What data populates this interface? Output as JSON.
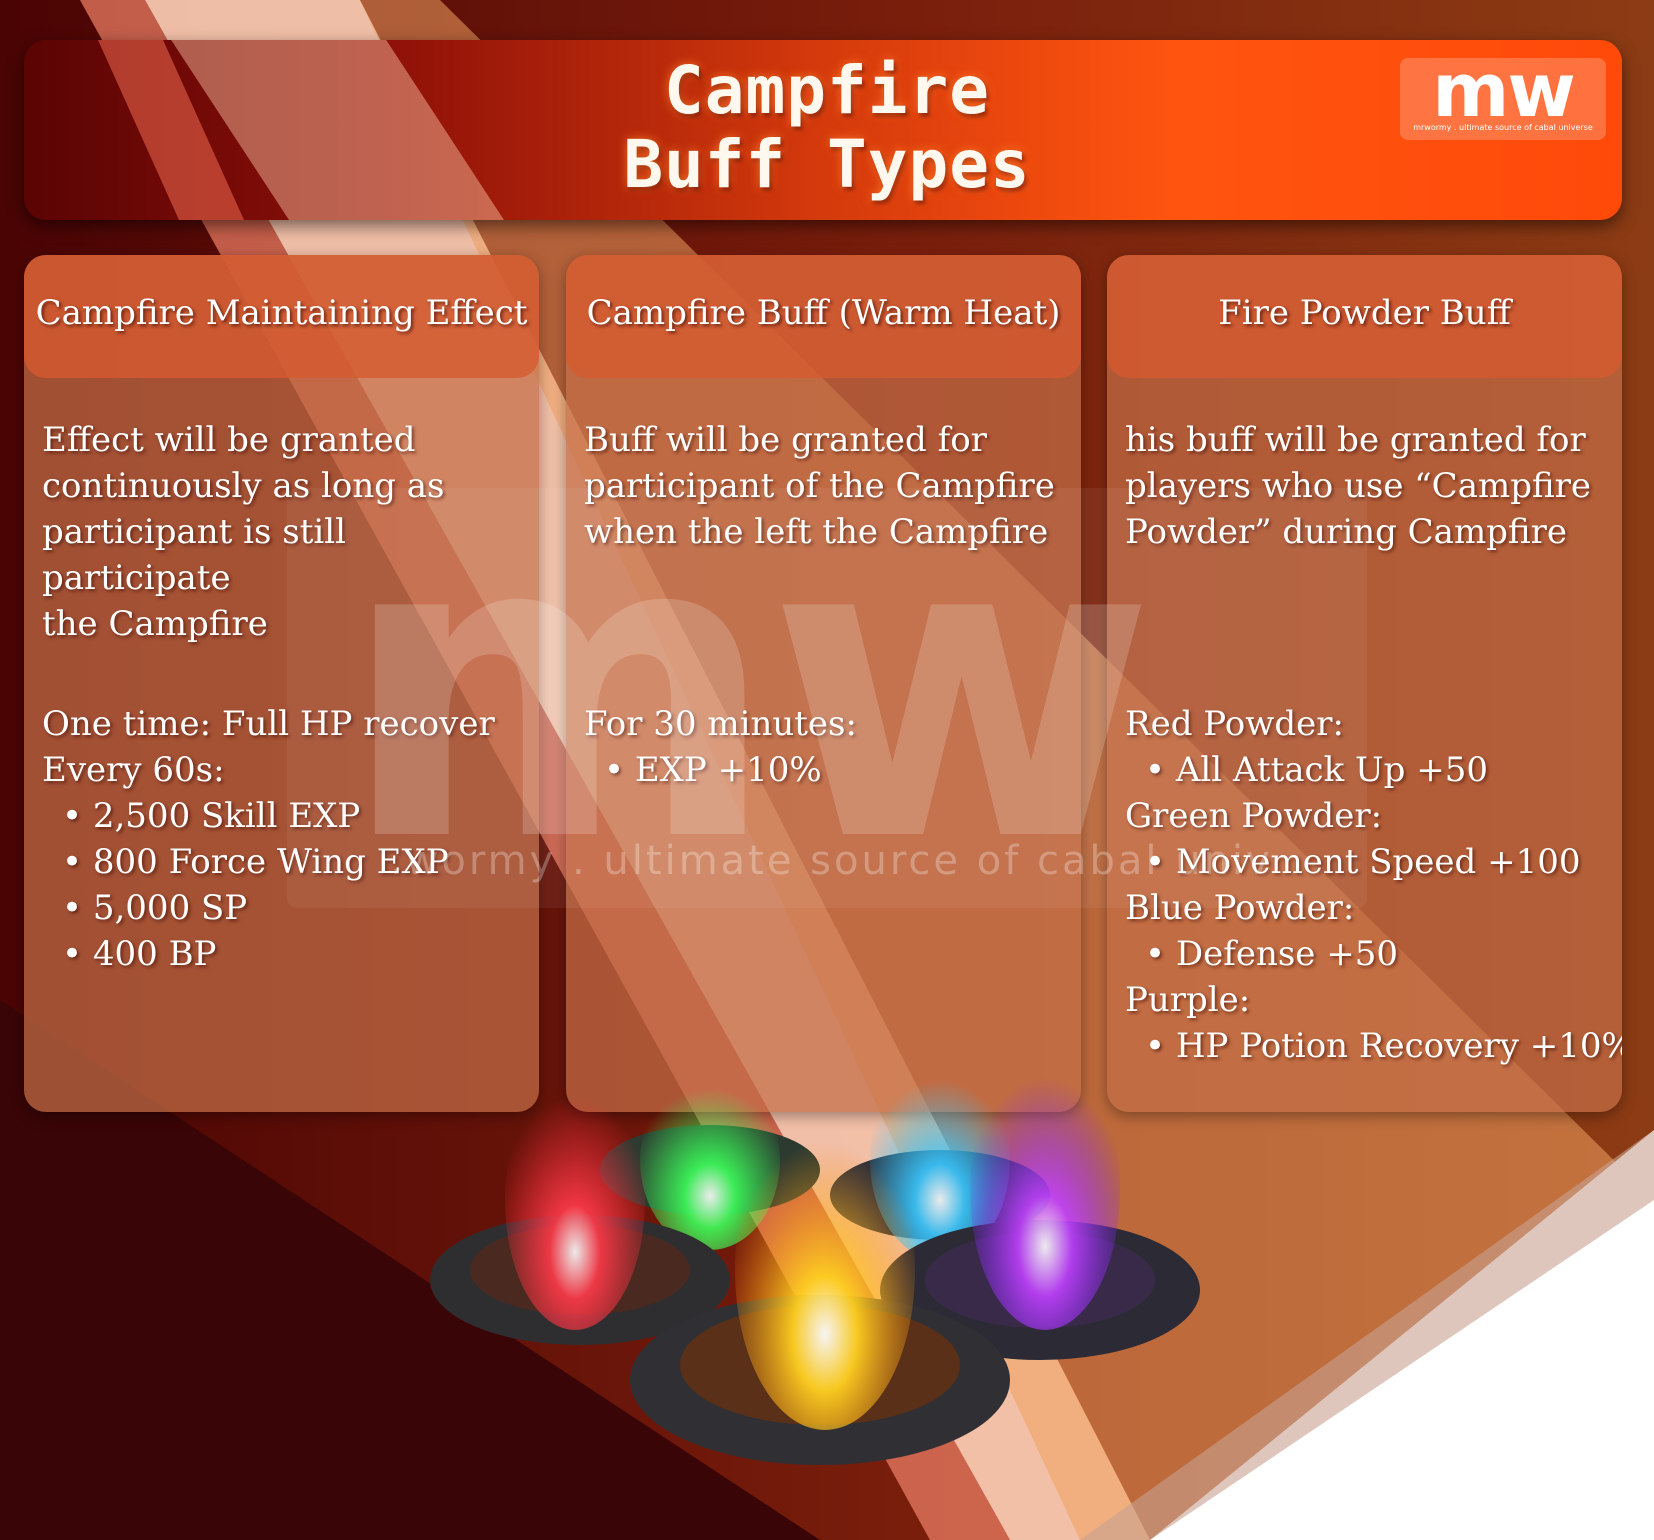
{
  "header": {
    "title_line1": "Campfire",
    "title_line2": "Buff Types",
    "logo_mark": "mw",
    "logo_tagline": "mrwormy . ultimate source of cabal universe"
  },
  "watermark": {
    "mark": "mw",
    "tagline": ".wormy . ultimate source of cabal univ"
  },
  "panels": [
    {
      "title": "Campfire Maintaining Effect",
      "description": [
        "Effect will be granted",
        "continuously as long as",
        "participant is still participate",
        "the Campfire"
      ],
      "lines": [
        {
          "text": "One time: Full HP recover",
          "indent": false
        },
        {
          "text": "Every 60s:",
          "indent": false
        },
        {
          "text": "• 2,500 Skill EXP",
          "indent": true
        },
        {
          "text": "• 800 Force Wing EXP",
          "indent": true
        },
        {
          "text": "• 5,000 SP",
          "indent": true
        },
        {
          "text": "• 400 BP",
          "indent": true
        }
      ]
    },
    {
      "title": "Campfire Buff (Warm Heat)",
      "description": [
        "Buff will be granted for",
        "participant of the Campfire",
        "when the left the Campfire"
      ],
      "lines": [
        {
          "text": "For 30 minutes:",
          "indent": false
        },
        {
          "text": "• EXP +10%",
          "indent": true
        }
      ]
    },
    {
      "title": "Fire Powder Buff",
      "description": [
        "his buff will be granted for",
        "players who use “Campfire",
        "Powder” during Campfire"
      ],
      "lines": [
        {
          "text": "Red Powder:",
          "indent": false
        },
        {
          "text": "• All Attack Up +50",
          "indent": true
        },
        {
          "text": "Green Powder:",
          "indent": false
        },
        {
          "text": "• Movement Speed +100",
          "indent": true
        },
        {
          "text": "Blue Powder:",
          "indent": false
        },
        {
          "text": "• Defense +50",
          "indent": true
        },
        {
          "text": "Purple:",
          "indent": false
        },
        {
          "text": "• HP Potion Recovery +10%",
          "indent": true
        }
      ]
    }
  ],
  "colors": {
    "background_dark": "#3f0606",
    "header_orange": "#ff5410",
    "panel_tan": "#c46e46",
    "fire_red": "#ff2a3a",
    "fire_green": "#3cff5a",
    "fire_blue": "#3ac8ff",
    "fire_yellow": "#ffd020",
    "fire_purple": "#c040ff"
  }
}
